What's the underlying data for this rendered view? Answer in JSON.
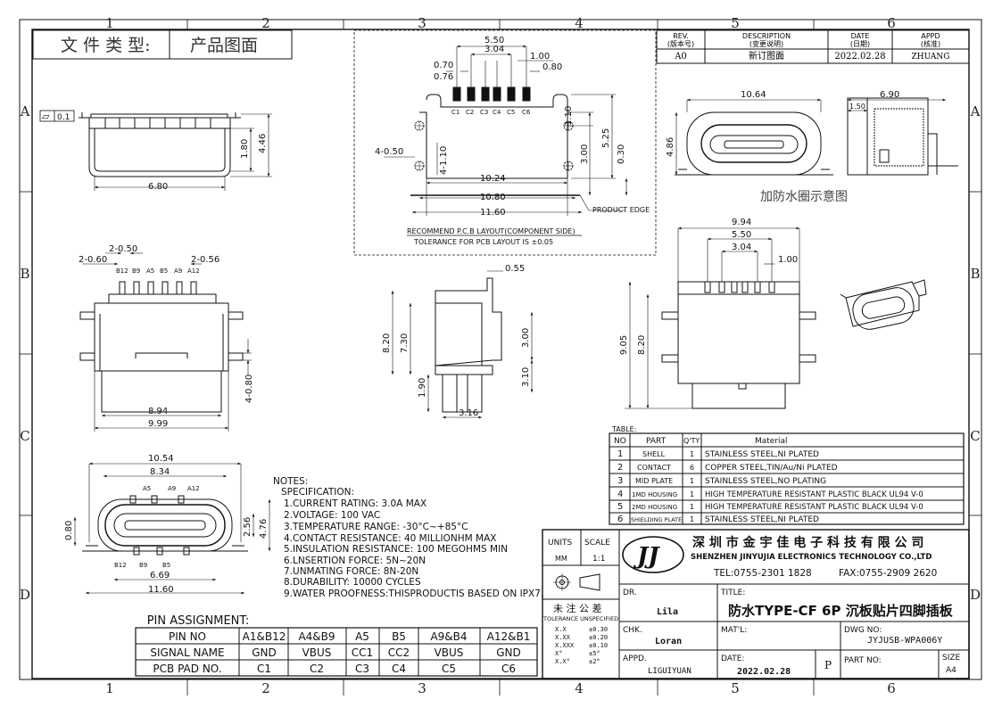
{
  "frame": {
    "zones_top": [
      "1",
      "2",
      "3",
      "4",
      "5",
      "6"
    ],
    "zones_bottom": [
      "1",
      "2",
      "3",
      "4",
      "5",
      "6"
    ],
    "zones_side": [
      "A",
      "B",
      "C",
      "D"
    ]
  },
  "doc_type": {
    "label": "文 件 类 型:",
    "value": "产品图面"
  },
  "revision": {
    "headers": [
      {
        "en": "REV.",
        "cn": "(版本号)"
      },
      {
        "en": "DESCRIPTION",
        "cn": "(变更说明)"
      },
      {
        "en": "DATE",
        "cn": "(日期)"
      },
      {
        "en": "APPD",
        "cn": "(核准)"
      }
    ],
    "row": [
      "A0",
      "新订图面",
      "2022.02.28",
      "ZHUANG"
    ]
  },
  "flatness": {
    "symbol": "▱",
    "value": "0.1"
  },
  "dims": {
    "front_top": [
      "6.80",
      "1.80",
      "4.46"
    ],
    "pcb": [
      "5.50",
      "3.04",
      "0.70",
      "0.76",
      "1.00",
      "0.80",
      "1.10",
      "5.25",
      "3.00",
      "0.30",
      "4-0.50",
      "4-1.10",
      "10.24",
      "10.80",
      "11.60"
    ],
    "pcb_pads": [
      "C1",
      "C2",
      "C3",
      "C4",
      "C5",
      "C6"
    ],
    "product_edge": "PRODUCT EDGE",
    "pcb_title": "RECOMMEND P.C.B LAYOUT(COMPONENT SIDE)",
    "pcb_tol": "TOLERANCE FOR PCB LAYOUT IS ±0.05",
    "iso_main": [
      "10.64",
      "6.90",
      "4.86",
      "1.50"
    ],
    "waterproof_caption": "加防水圈示意图",
    "front_pins_dims": [
      "2-0.50",
      "2-0.60",
      "2-0.56",
      "4-0.80",
      "8.94",
      "9.99"
    ],
    "front_pin_labels": [
      "B12",
      "B9",
      "A5",
      "B5",
      "A9",
      "A12"
    ],
    "side": [
      "0.55",
      "8.20",
      "7.30",
      "3.00",
      "1.90",
      "3.10",
      "3.16"
    ],
    "top": [
      "9.94",
      "5.50",
      "3.04",
      "1.00",
      "9.05",
      "8.20"
    ],
    "bottom": [
      "10.54",
      "8.34",
      "0.80",
      "2.56",
      "4.76",
      "6.69",
      "11.60"
    ],
    "bottom_pins_top": [
      "A5",
      "A9",
      "A12"
    ],
    "bottom_pins_bottom": [
      "B12",
      "B9",
      "B5"
    ]
  },
  "notes": {
    "title": "NOTES:",
    "spec": "SPECIFICATION:",
    "items": [
      "1.CURRENT RATING: 3.0A MAX",
      "2.VOLTAGE: 100 VAC",
      "3.TEMPERATURE RANGE: -30°C~+85°C",
      "4.CONTACT RESISTANCE: 40 MILLIONHM MAX",
      "5.INSULATION RESISTANCE: 100 MEGOHMS MIN",
      "6.LNSERTION FORCE: 5N~20N",
      "7.UNMATING FORCE: 8N-20N",
      "8.DURABILITY: 10000 CYCLES",
      "9.WATER PROOFNESS:THISPRODUCTIS BASED ON IPX7."
    ]
  },
  "pin_assignment": {
    "title": "PIN ASSIGNMENT:",
    "rows": [
      [
        "PIN NO",
        "A1&B12",
        "A4&B9",
        "A5",
        "B5",
        "A9&B4",
        "A12&B1"
      ],
      [
        "SIGNAL NAME",
        "GND",
        "VBUS",
        "CC1",
        "CC2",
        "VBUS",
        "GND"
      ],
      [
        "PCB PAD NO.",
        "C1",
        "C2",
        "C3",
        "C4",
        "C5",
        "C6"
      ]
    ]
  },
  "bom": {
    "title": "TABLE:",
    "headers": [
      "NO",
      "PART",
      "Q'TY",
      "Material"
    ],
    "rows": [
      [
        "1",
        "SHELL",
        "1",
        "STAINLESS STEEL,NI PLATED"
      ],
      [
        "2",
        "CONTACT",
        "6",
        "COPPER STEEL,TIN/Au/Ni PLATED"
      ],
      [
        "3",
        "MID PLATE",
        "1",
        "STAINLESS STEEL,NO PLATING"
      ],
      [
        "4",
        "1MD HOUSING",
        "1",
        "HIGH TEMPERATURE RESISTANT PLASTIC BLACK UL94 V-0"
      ],
      [
        "5",
        "2MD HOUSING",
        "1",
        "HIGH TEMPERATURE RESISTANT PLASTIC BLACK UL94 V-0"
      ],
      [
        "6",
        "SHIELDING PLATE",
        "1",
        "STAINLESS STEEL,NI PLATED"
      ]
    ]
  },
  "title_block": {
    "units_label": "UNITS",
    "units_value": "MM",
    "scale_label": "SCALE",
    "scale_value": "1:1",
    "logo": "JJ",
    "company_cn": "深 圳 市 金 宇 佳 电 子 科 技 有 限 公 司",
    "company_en": "SHENZHEN JINYUJIA ELECTRONICS TECHNOLOGY CO.,LTD",
    "tel": "TEL:0755-2301 1828",
    "fax": "FAX:0755-2909 2620",
    "tol_cn": "未 注 公 差",
    "tol_en": "TOLERANCE UNSPECIFIED",
    "tol_rows": [
      [
        "X.X",
        "±0.30"
      ],
      [
        "X.XX",
        "±0.20"
      ],
      [
        "X.XXX",
        "±0.10"
      ],
      [
        "X°",
        "±5°"
      ],
      [
        "X.X°",
        "±2°"
      ]
    ],
    "dr_label": "DR.",
    "dr_value": "Lila",
    "chk_label": "CHK.",
    "chk_value": "Loran",
    "appd_label": "APPD.",
    "appd_value": "LIGUIYUAN",
    "title_label": "TITLE:",
    "title_value": "防水TYPE-CF 6P 沉板贴片四脚插板",
    "matl_label": "MAT'L:",
    "dwg_label": "DWG NO:",
    "dwg_value": "JYJUSB-WPA006Y",
    "date_label": "DATE:",
    "date_value": "2022.02.28",
    "p_label": "P",
    "part_label": "PART NO:",
    "size_label": "SIZE",
    "size_value": "A4"
  }
}
